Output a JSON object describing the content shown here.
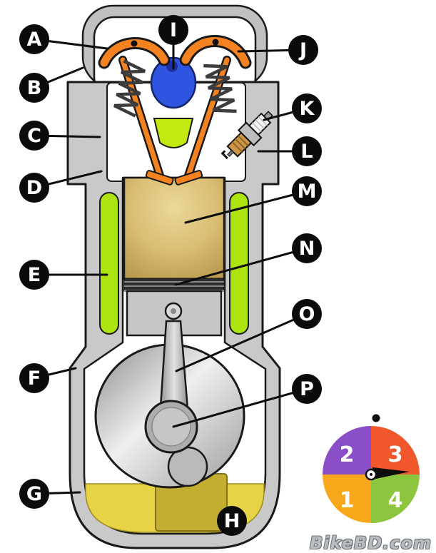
{
  "engine_labels": [
    "A",
    "B",
    "C",
    "D",
    "E",
    "F",
    "G",
    "H",
    "I",
    "J",
    "K",
    "L",
    "M",
    "N",
    "O",
    "P"
  ],
  "dial": {
    "segments": [
      {
        "label": "1",
        "color": "#f9a81c"
      },
      {
        "label": "2",
        "color": "#8a4fc8"
      },
      {
        "label": "3",
        "color": "#f1572c"
      },
      {
        "label": "4",
        "color": "#8cc63e"
      }
    ]
  },
  "palette": {
    "valve_orange": "#f58220",
    "cam_blue": "#2f55e0",
    "coolant_green": "#aee312",
    "chamber_green": "#c2ea12",
    "oil_yellow": "#e8d245",
    "oil_dark": "#c3ae31"
  },
  "watermark": "BikeBD.com"
}
